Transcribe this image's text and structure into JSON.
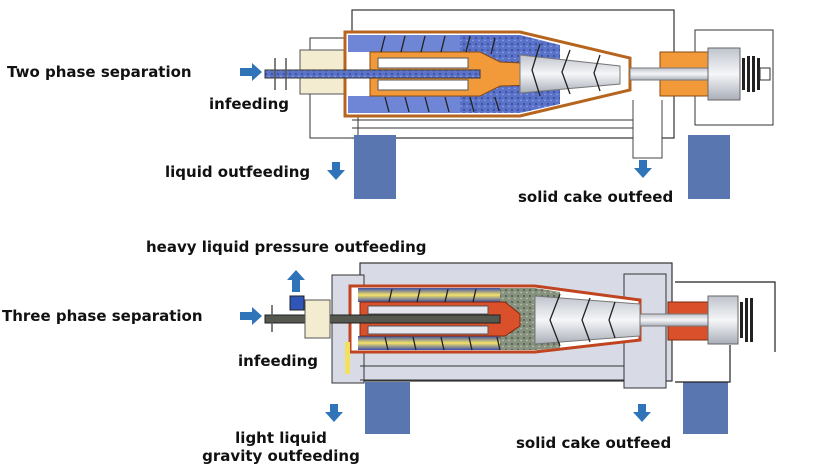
{
  "colors": {
    "arrow": "#2f74b8",
    "liquid_blue": "#6f86d6",
    "housing_orange": "#e89030",
    "base_block": "#5a76b0",
    "casing_gray": "#d8dbe6",
    "heavy_red": "#d9502a",
    "light_yellow": "#f2e060",
    "solids_green": "#7a8a72"
  },
  "two_phase": {
    "title": "Two phase separation",
    "labels": {
      "infeeding": "infeeding",
      "liquid_out": "liquid outfeeding",
      "solid_out": "solid cake outfeed"
    }
  },
  "three_phase": {
    "title": "Three phase separation",
    "labels": {
      "heavy_out": "heavy liquid pressure outfeeding",
      "infeeding": "infeeding",
      "light_out_line1": "light liquid",
      "light_out_line2": "gravity outfeeding",
      "solid_out": "solid cake outfeed"
    }
  }
}
